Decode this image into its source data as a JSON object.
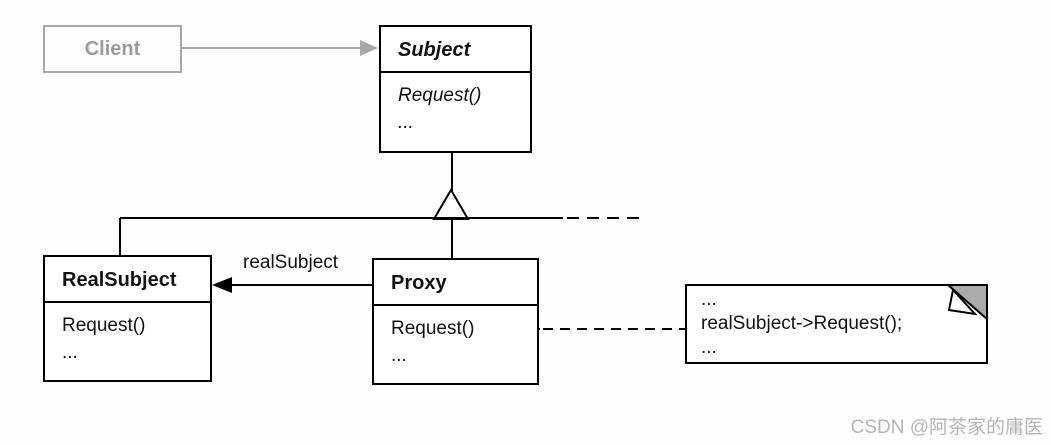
{
  "diagram": {
    "pattern": "Proxy pattern UML class diagram"
  },
  "classes": {
    "client": {
      "name": "Client"
    },
    "subject": {
      "name": "Subject",
      "methods": [
        "Request()",
        "..."
      ]
    },
    "real_subject": {
      "name": "RealSubject",
      "methods": [
        "Request()",
        "..."
      ]
    },
    "proxy": {
      "name": "Proxy",
      "methods": [
        "Request()",
        "..."
      ]
    }
  },
  "relations": {
    "association_label": "realSubject"
  },
  "note": {
    "lines": [
      "...",
      "realSubject->Request();",
      "..."
    ]
  },
  "watermark": "CSDN @阿茶家的庸医",
  "colors": {
    "line": "#000000",
    "muted_gray": "#a8a8a8",
    "client_text": "#9b9b9b",
    "note_fold": "#ababab",
    "watermark": "#b5b5b5",
    "background": "#fefefe"
  }
}
